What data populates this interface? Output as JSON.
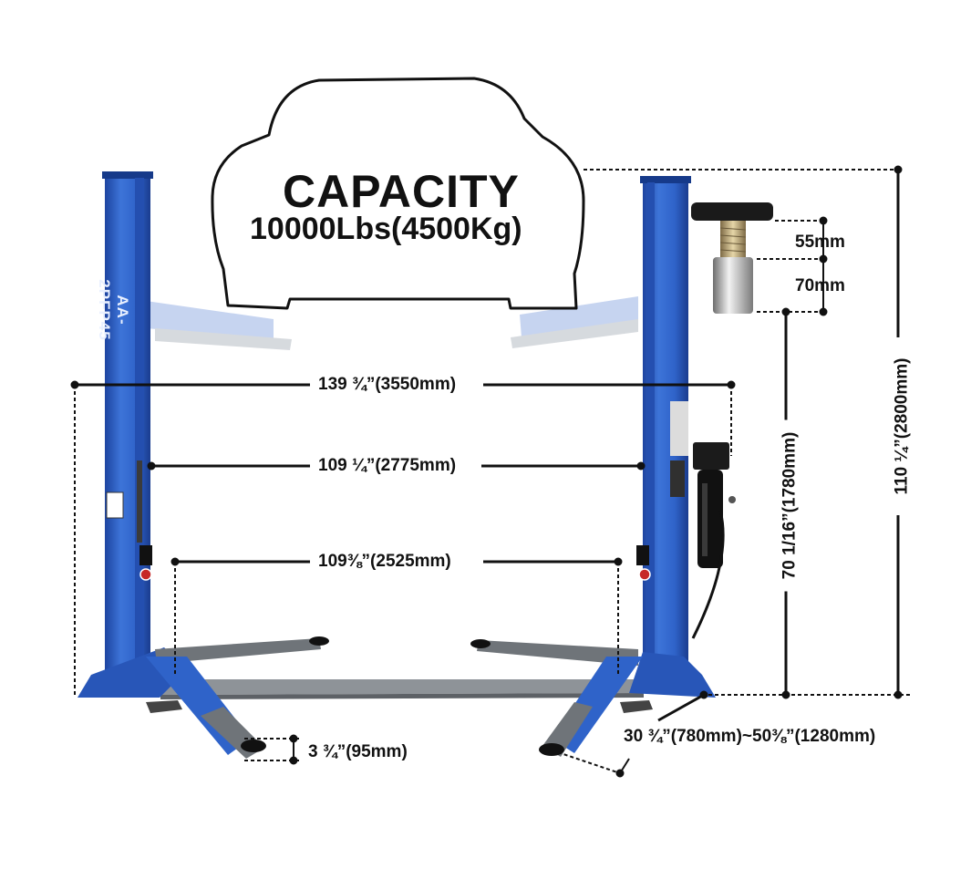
{
  "capacity": {
    "title": "CAPACITY",
    "value": "10000Lbs(4500Kg)"
  },
  "model": "AA-2PFP45",
  "dimensions": {
    "outer_width": "139 ¾”(3550mm)",
    "inner_width": "109 ¼”(2775mm)",
    "drive_through": "109⅜”(2525mm)",
    "pad_height": "3 ¾”(95mm)",
    "arm_reach": "30 ¾”(780mm)~50⅜”(1280mm)",
    "lift_height": "70 1/16”(1780mm)",
    "overall_height": "110 ¼”(2800mm)",
    "adapter_low": "55mm",
    "adapter_high": "70mm"
  },
  "colors": {
    "post_blue": "#2f63c9",
    "post_dark": "#1d44a0",
    "arm_gray": "#6f7479",
    "dim_line": "#111111"
  }
}
